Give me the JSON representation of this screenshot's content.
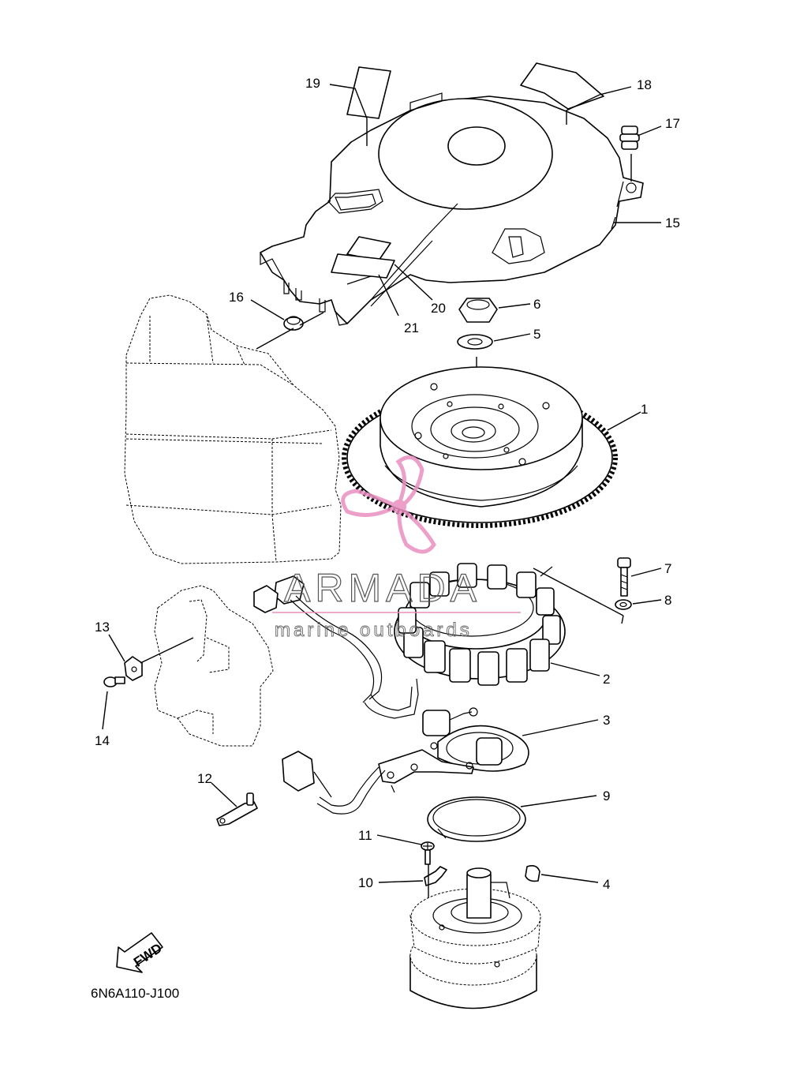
{
  "diagram": {
    "code": "6N6A110-J100",
    "fwd_label": "FWD",
    "watermark": {
      "brand": "ARMADA",
      "tagline": "marine outboards",
      "accent_color": "#e98fc0"
    },
    "callouts": [
      "1",
      "2",
      "3",
      "4",
      "5",
      "6",
      "7",
      "8",
      "9",
      "10",
      "11",
      "12",
      "13",
      "14",
      "15",
      "16",
      "17",
      "18",
      "19",
      "20",
      "21"
    ]
  }
}
